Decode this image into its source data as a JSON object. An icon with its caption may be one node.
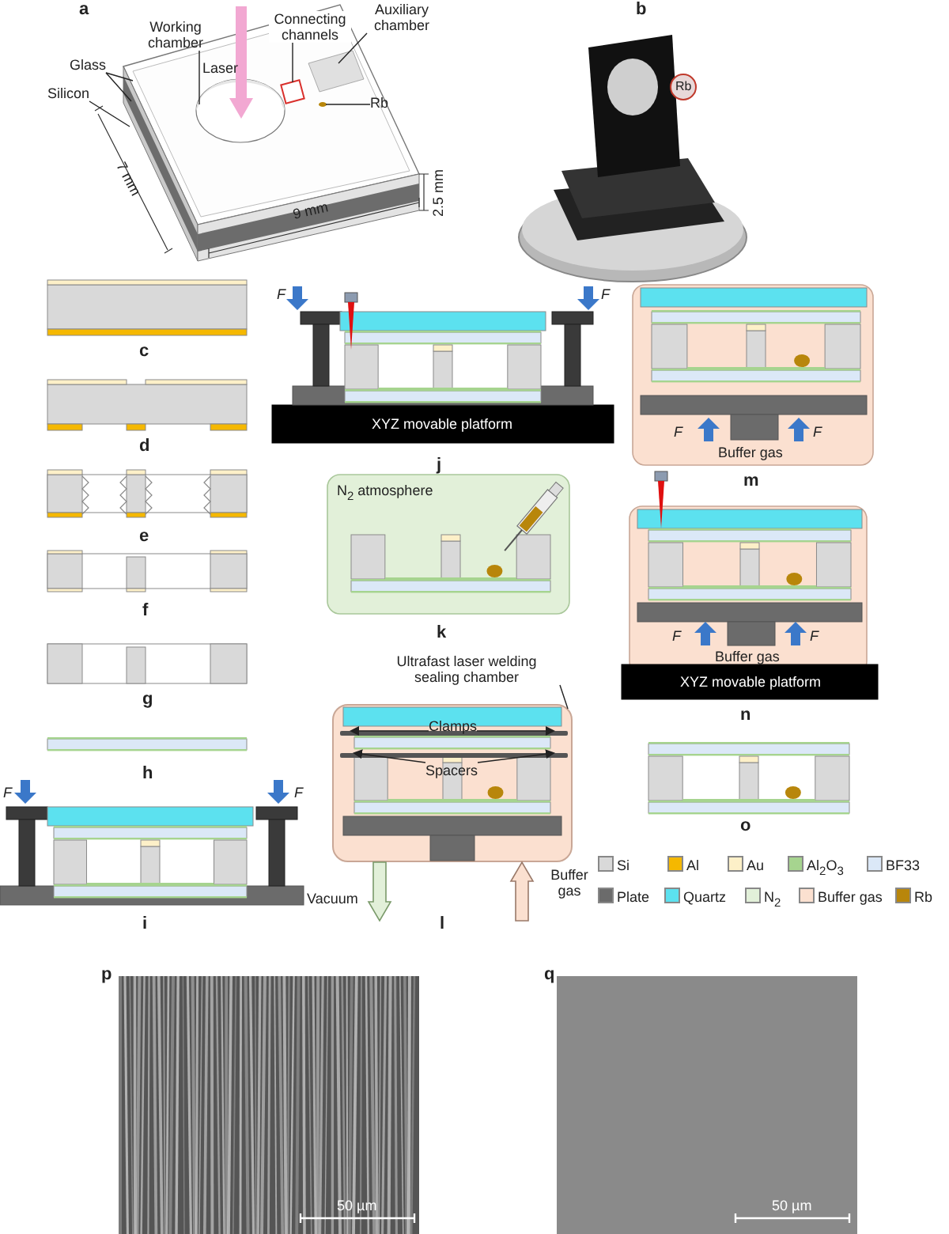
{
  "diagram": {
    "nodes": [
      {
        "text": [
          "Glass"
        ]
      },
      {
        "text": [
          "Silicon"
        ]
      },
      {
        "text": [
          "Working chamber"
        ]
      },
      {
        "text": [
          "Connecting channels"
        ]
      },
      {
        "text": [
          "Auxiliary chamber"
        ]
      },
      {
        "text": [
          "Rb"
        ]
      },
      {
        "text": [
          "Ultrafast laser welding sealing chamber"
        ]
      },
      {
        "text": [],
        "shape": "box"
      },
      {
        "text": [
          "Clamps"
        ],
        "in": 7
      },
      {
        "text": [
          "Spacers"
        ],
        "in": 7
      },
      {
        "text": [],
        "shape": "bar",
        "in": 7
      },
      {
        "text": [],
        "shape": "bar",
        "in": 7
      }
    ],
    "edges": [
      {
        "from": 0,
        "to": null,
        "arrow": "none"
      },
      {
        "from": 0,
        "to": null,
        "arrow": "none"
      },
      {
        "from": 1,
        "to": null,
        "arrow": "none"
      },
      {
        "from": 2,
        "to": null,
        "arrow": "none"
      },
      {
        "from": 3,
        "to": null,
        "arrow": "none"
      },
      {
        "from": 4,
        "to": null,
        "arrow": "none"
      },
      {
        "from": 5,
        "to": null,
        "arrow": "none"
      },
      {
        "from": 6,
        "to": 7,
        "arrow": "none"
      },
      {
        "from": 8,
        "to": 10,
        "arrow": "to"
      },
      {
        "from": 8,
        "to": 10,
        "arrow": "to"
      },
      {
        "from": 9,
        "to": 11,
        "arrow": "to"
      },
      {
        "from": 9,
        "to": 11,
        "arrow": "to"
      },
      {
        "from": 7,
        "to": null,
        "arrow": "to"
      },
      {
        "from": null,
        "to": 7,
        "arrow": "to"
      }
    ],
    "labels": [
      "a",
      "Laser",
      "7 mm",
      "9 mm",
      "2.5 mm",
      "b",
      "Rb",
      "F",
      "F",
      "c",
      "XYZ movable platform",
      "j",
      "F",
      "F",
      "Buffer gas",
      "m",
      "d",
      "e",
      "N$_{2}$ atmosphere",
      "k",
      "F",
      "F",
      "Buffer gas",
      "XYZ movable platform",
      "n",
      "f",
      "g",
      "h",
      "o",
      "F",
      "F",
      "Vacuum",
      "Buffer gas",
      "i",
      "l",
      "p",
      "q",
      "50 µm",
      "50 µm"
    ],
    "legend": [
      {
        "text": "Si",
        "color": "#d9d9d9"
      },
      {
        "text": "Al",
        "color": "#f5b800"
      },
      {
        "text": "Au",
        "color": "#fdf0c8"
      },
      {
        "text": "Al$_{2}$O$_{3}$",
        "color": "#a6d48f"
      },
      {
        "text": "BF33",
        "color": "#dbe8f7"
      },
      {
        "text": "Plate",
        "color": "#6b6b6b"
      },
      {
        "text": "Quartz",
        "color": "#5ce1ef"
      },
      {
        "text": "N$_{2}$",
        "color": "#e2f0d9"
      },
      {
        "text": "Buffer gas",
        "color": "#fbe0d0"
      },
      {
        "text": "Rb",
        "color": "#b8860b"
      }
    ]
  }
}
